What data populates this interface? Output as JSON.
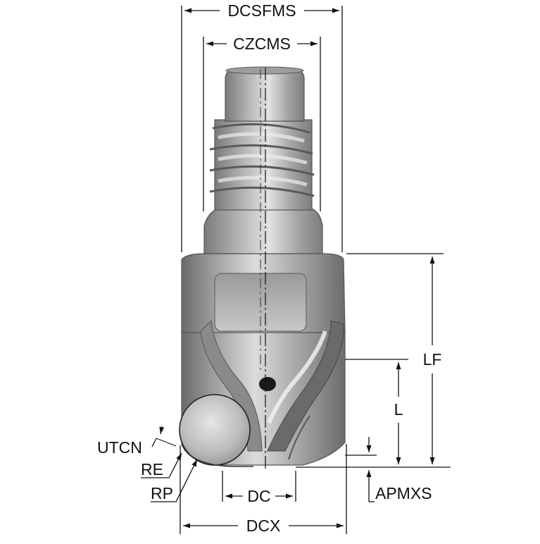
{
  "labels": {
    "dcsfms": "DCSFMS",
    "czcms": "CZCMS",
    "lf": "LF",
    "l": "L",
    "utcn": "UTCN",
    "re": "RE",
    "rp": "RP",
    "dc": "DC",
    "apmxs": "APMXS",
    "dcx": "DCX"
  },
  "colors": {
    "line": "#111111",
    "steel_dark": "#6e6e6e",
    "steel_mid": "#a4a4a4",
    "steel_light": "#d9d9d9",
    "background": "#ffffff"
  }
}
